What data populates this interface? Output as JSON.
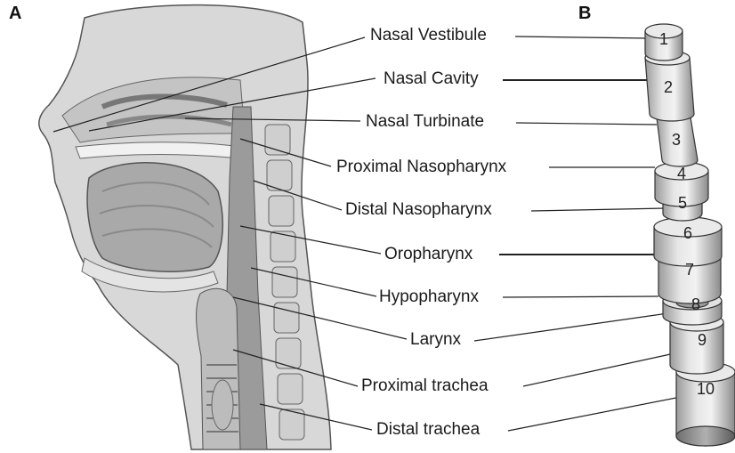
{
  "panels": {
    "a": "A",
    "b": "B"
  },
  "labels": [
    "Nasal Vestibule",
    "Nasal Cavity",
    "Nasal Turbinate",
    "Proximal Nasopharynx",
    "Distal Nasopharynx",
    "Oropharynx",
    "Hypopharynx",
    "Larynx",
    "Proximal trachea",
    "Distal trachea"
  ],
  "segments": [
    "1",
    "2",
    "3",
    "4",
    "5",
    "6",
    "7",
    "8",
    "9",
    "10"
  ]
}
